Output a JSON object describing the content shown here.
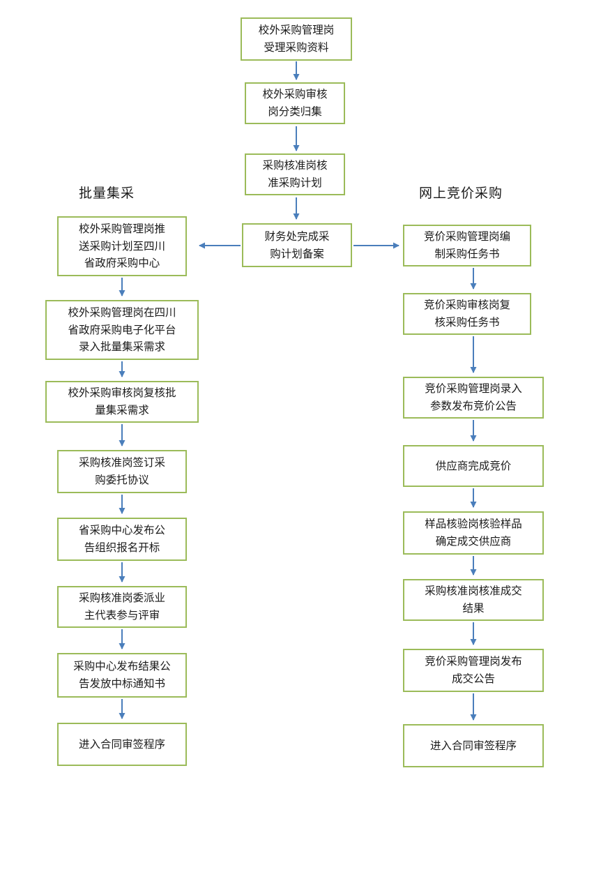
{
  "diagram": {
    "colors": {
      "box_border": "#9bbb59",
      "arrow": "#4a7ebb",
      "text": "#1a1a1a"
    },
    "branch_labels": {
      "left": "批量集采",
      "right": "网上竞价采购"
    },
    "center": [
      {
        "label": "校外采购管理岗\n受理采购资料"
      },
      {
        "label": "校外采购审核\n岗分类归集"
      },
      {
        "label": "采购核准岗核\n准采购计划"
      },
      {
        "label": "财务处完成采\n购计划备案"
      }
    ],
    "left": [
      {
        "label": "校外采购管理岗推\n送采购计划至四川\n省政府采购中心"
      },
      {
        "label": "校外采购管理岗在四川\n省政府采购电子化平台\n录入批量集采需求"
      },
      {
        "label": "校外采购审核岗复核批\n量集采需求"
      },
      {
        "label": "采购核准岗签订采\n购委托协议"
      },
      {
        "label": "省采购中心发布公\n告组织报名开标"
      },
      {
        "label": "采购核准岗委派业\n主代表参与评审"
      },
      {
        "label": "采购中心发布结果公\n告发放中标通知书"
      },
      {
        "label": "进入合同审签程序"
      }
    ],
    "right": [
      {
        "label": "竞价采购管理岗编\n制采购任务书"
      },
      {
        "label": "竞价采购审核岗复\n核采购任务书"
      },
      {
        "label": "竞价采购管理岗录入\n参数发布竞价公告"
      },
      {
        "label": "供应商完成竞价"
      },
      {
        "label": "样品核验岗核验样品\n确定成交供应商"
      },
      {
        "label": "采购核准岗核准成交\n结果"
      },
      {
        "label": "竞价采购管理岗发布\n成交公告"
      },
      {
        "label": "进入合同审签程序"
      }
    ]
  }
}
